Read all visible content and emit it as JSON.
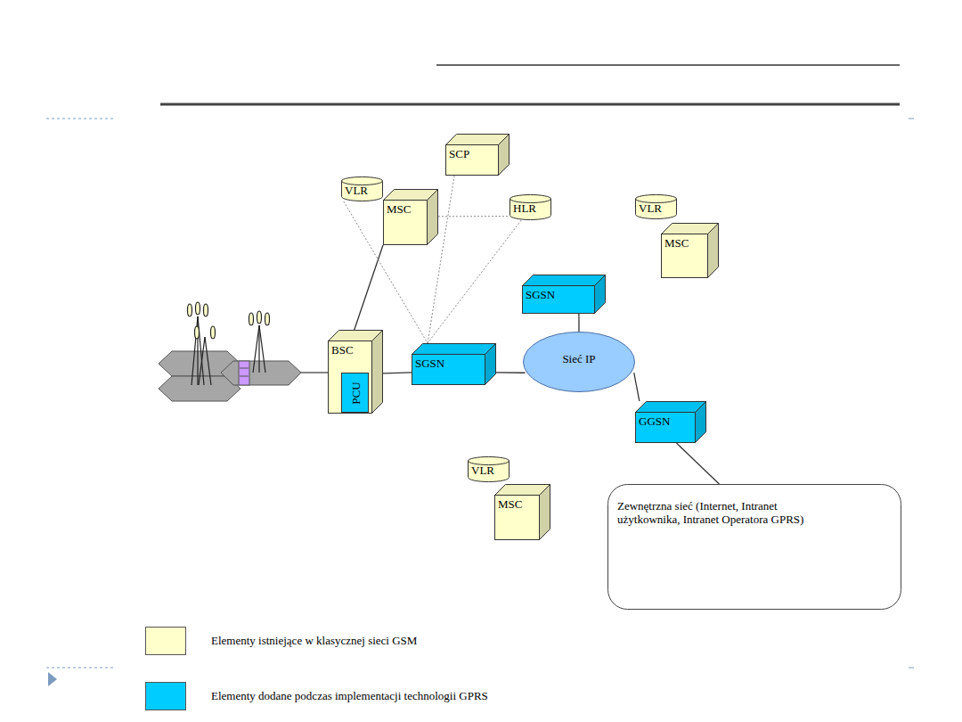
{
  "diagram": {
    "nodes": [
      {
        "text": [
          "SCP"
        ]
      },
      {
        "text": [
          "VLR"
        ]
      },
      {
        "text": [
          "MSC"
        ]
      },
      {
        "text": [
          "HLR"
        ]
      },
      {
        "text": [
          "VLR"
        ]
      },
      {
        "text": [
          "MSC"
        ]
      },
      {
        "text": [
          "SGSN"
        ]
      },
      {
        "text": [
          "BSC"
        ]
      },
      {
        "text": [
          "PCU"
        ],
        "in": 7
      },
      {
        "text": [
          "SGSN"
        ]
      },
      {
        "text": [
          "Sieć IP"
        ]
      },
      {
        "text": [
          "GGSN"
        ]
      },
      {
        "text": [
          "VLR"
        ]
      },
      {
        "text": [
          "MSC"
        ]
      },
      {
        "text": [
          "Zewnętrzna sieć (Internet, Intranet użytkownika, Intranet Operatora GPRS)"
        ]
      }
    ],
    "edges": [
      {
        "from": 2,
        "to": 7,
        "arrow": "none"
      },
      {
        "from": 7,
        "to": 9,
        "arrow": "none"
      },
      {
        "from": 9,
        "to": 10,
        "arrow": "none"
      },
      {
        "from": 6,
        "to": 10,
        "arrow": "none"
      },
      {
        "from": 10,
        "to": 11,
        "arrow": "none"
      },
      {
        "from": 11,
        "to": 14,
        "arrow": "none"
      },
      {
        "from": 1,
        "to": 9,
        "arrow": "none"
      },
      {
        "from": 0,
        "to": 9,
        "arrow": "none"
      },
      {
        "from": 2,
        "to": 3,
        "arrow": "none"
      },
      {
        "from": 3,
        "to": 9,
        "arrow": "none"
      }
    ],
    "legend": [
      {
        "text": "Elementy istniejące w klasycznej sieci GSM",
        "color": "#ffffcc"
      },
      {
        "text": "Elementy dodane podczas implementacji technologii GPRS",
        "color": "#00ccff"
      }
    ]
  }
}
